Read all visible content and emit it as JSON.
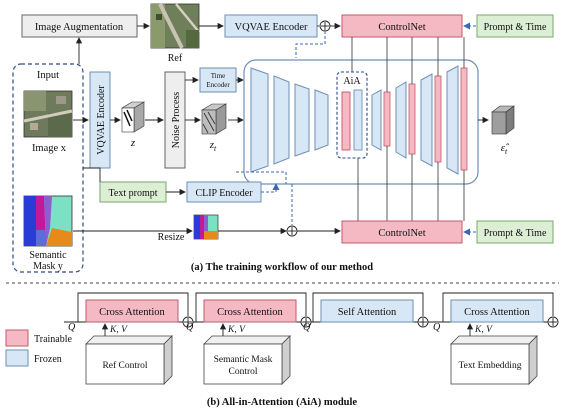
{
  "colors": {
    "trainable": "#f4b9c2",
    "trainable_stroke": "#c35a6c",
    "frozen": "#d8e7f5",
    "frozen_stroke": "#6f8fb5",
    "green": "#dcefd5",
    "green_stroke": "#7aa86e",
    "gray": "#eeeeee",
    "dashed": "#3b68b5"
  },
  "top": {
    "image_augmentation": "Image Augmentation",
    "ref": "Ref",
    "vqvae_encoder_top": "VQVAE Encoder",
    "controlnet_top": "ControlNet",
    "prompt_time_top": "Prompt & Time",
    "input": "Input",
    "image_x": "Image x",
    "semantic_mask_line1": "Semantic",
    "semantic_mask_line2": "Mask  y",
    "vqvae_encoder_vertical": "VQVAE Encoder",
    "z": "z",
    "noise_process": "Noise Process",
    "time_encoder_line1": "Time",
    "time_encoder_line2": "Encoder",
    "zt": "z",
    "zt_sub": "t",
    "aia": "AiA",
    "epsilon_hat": "ε̂",
    "epsilon_sub": "t",
    "text_prompt": "Text prompt",
    "clip_encoder": "CLIP Encoder",
    "resize": "Resize",
    "controlnet_bottom": "ControlNet",
    "prompt_time_bottom": "Prompt & Time",
    "caption": "(a) The training workflow of our method"
  },
  "bottom": {
    "legend_trainable": "Trainable",
    "legend_frozen": "Frozen",
    "q_label": "Q",
    "kv_label": "K, V",
    "blocks": [
      "Cross Attention",
      "Cross Attention",
      "Self Attention",
      "Cross Attention"
    ],
    "block_types": [
      "trainable",
      "trainable",
      "frozen",
      "frozen"
    ],
    "sources": [
      "Ref Control",
      "Semantic Mask Control",
      "",
      "Text Embedding"
    ],
    "source_line1": [
      "Ref Control",
      "Semantic Mask",
      "",
      "Text Embedding"
    ],
    "source_line2": [
      "",
      "Control",
      "",
      ""
    ],
    "caption": "(b) All-in-Attention (AiA) module"
  }
}
